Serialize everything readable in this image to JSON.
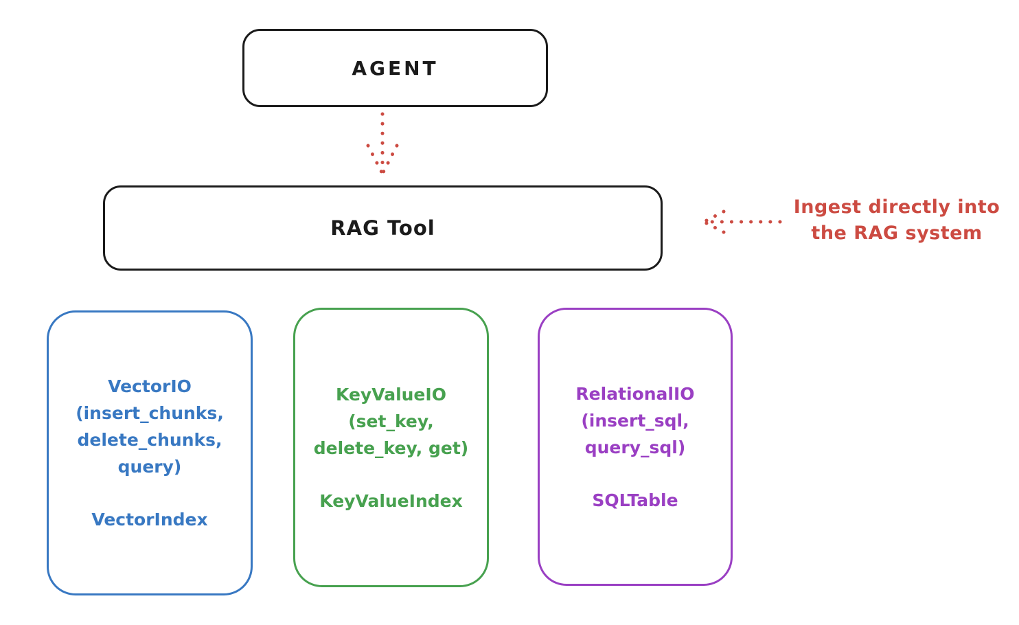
{
  "agent": {
    "label": "AGENT"
  },
  "rag_tool": {
    "label": "RAG Tool"
  },
  "annotation": {
    "line1": "Ingest directly into",
    "line2": "the RAG system"
  },
  "backends": [
    {
      "id": "vector-io",
      "color": "#3878c2",
      "lines": [
        "VectorIO",
        "(insert_chunks,",
        "delete_chunks,",
        "query)"
      ],
      "index_label": "VectorIndex"
    },
    {
      "id": "keyvalue-io",
      "color": "#47a14f",
      "lines": [
        "KeyValueIO",
        "(set_key,",
        "delete_key, get)"
      ],
      "index_label": "KeyValueIndex"
    },
    {
      "id": "relational-io",
      "color": "#9a3fc3",
      "lines": [
        "RelationalIO",
        "(insert_sql,",
        "query_sql)"
      ],
      "index_label": "SQLTable"
    }
  ],
  "colors": {
    "outline_black": "#1b1b1b",
    "red": "#cc4b42",
    "background": "#ffffff"
  }
}
